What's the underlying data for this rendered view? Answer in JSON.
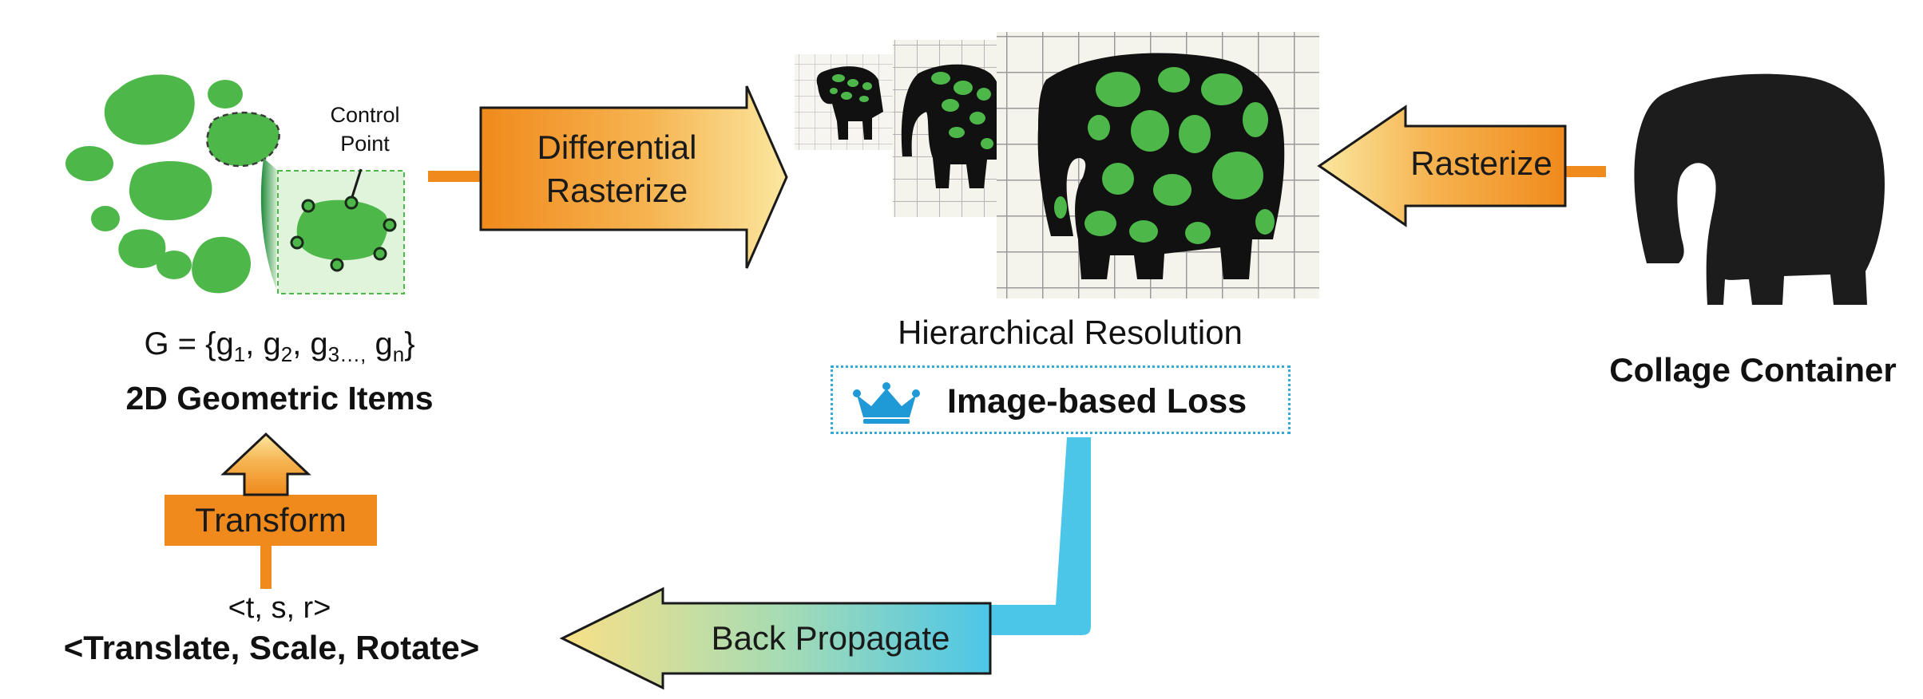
{
  "items": {
    "control_point_label": [
      "Control",
      "Point"
    ],
    "set_prefix": "G = {g",
    "set_sub1": "1",
    "set_mid1": ",  g",
    "set_sub2": "2",
    "set_mid2": ",  g",
    "set_sub3": "3…,",
    "set_mid3": " g",
    "set_subn": "n",
    "set_suffix": "}",
    "title": "2D Geometric Items"
  },
  "arrows": {
    "differential_line1": "Differential",
    "differential_line2": "Rasterize",
    "rasterize": "Rasterize",
    "transform": "Transform",
    "back_propagate": "Back Propagate"
  },
  "hierarchy": {
    "label": "Hierarchical Resolution"
  },
  "loss": {
    "label": "Image-based Loss",
    "icon": "crown-icon"
  },
  "container": {
    "title": "Collage Container"
  },
  "transform_params": {
    "short": "<t, s, r>",
    "long": "<Translate, Scale, Rotate>"
  },
  "colors": {
    "shape_green": "#4db849",
    "control_point_green": "#1f6b2b",
    "arrow_orange": "#f08a1c",
    "arrow_yellow": "#f8e088",
    "propagate_blue": "#4cc6e8",
    "container_black": "#1c1c1c",
    "grid_bg": "#f4f3ec"
  }
}
